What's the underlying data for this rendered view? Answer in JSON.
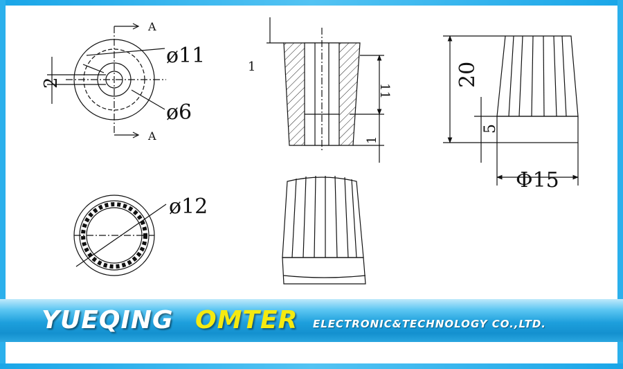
{
  "top_view": {
    "section_label_top": "A",
    "section_label_bottom": "A",
    "dim_outer": "ø11",
    "dim_inner": "ø6",
    "dim_flat": "2"
  },
  "section_view": {
    "dim_top": "1",
    "dim_depth": "11",
    "dim_bottom": "1"
  },
  "side_view": {
    "dim_height": "20",
    "dim_skirt": "5",
    "dim_diameter": "Φ15"
  },
  "bottom_view": {
    "dim_diameter": "ø12"
  },
  "banner": {
    "company_name": "YUEQING",
    "brand_name": "OMTER",
    "company_suffix": "ELECTRONIC&TECHNOLOGY  CO.,LTD."
  },
  "colors": {
    "frame": "#2bb0ec",
    "banner_blue": "#1d9fdc",
    "brand_yellow": "#f5ea10",
    "line": "#111111"
  }
}
